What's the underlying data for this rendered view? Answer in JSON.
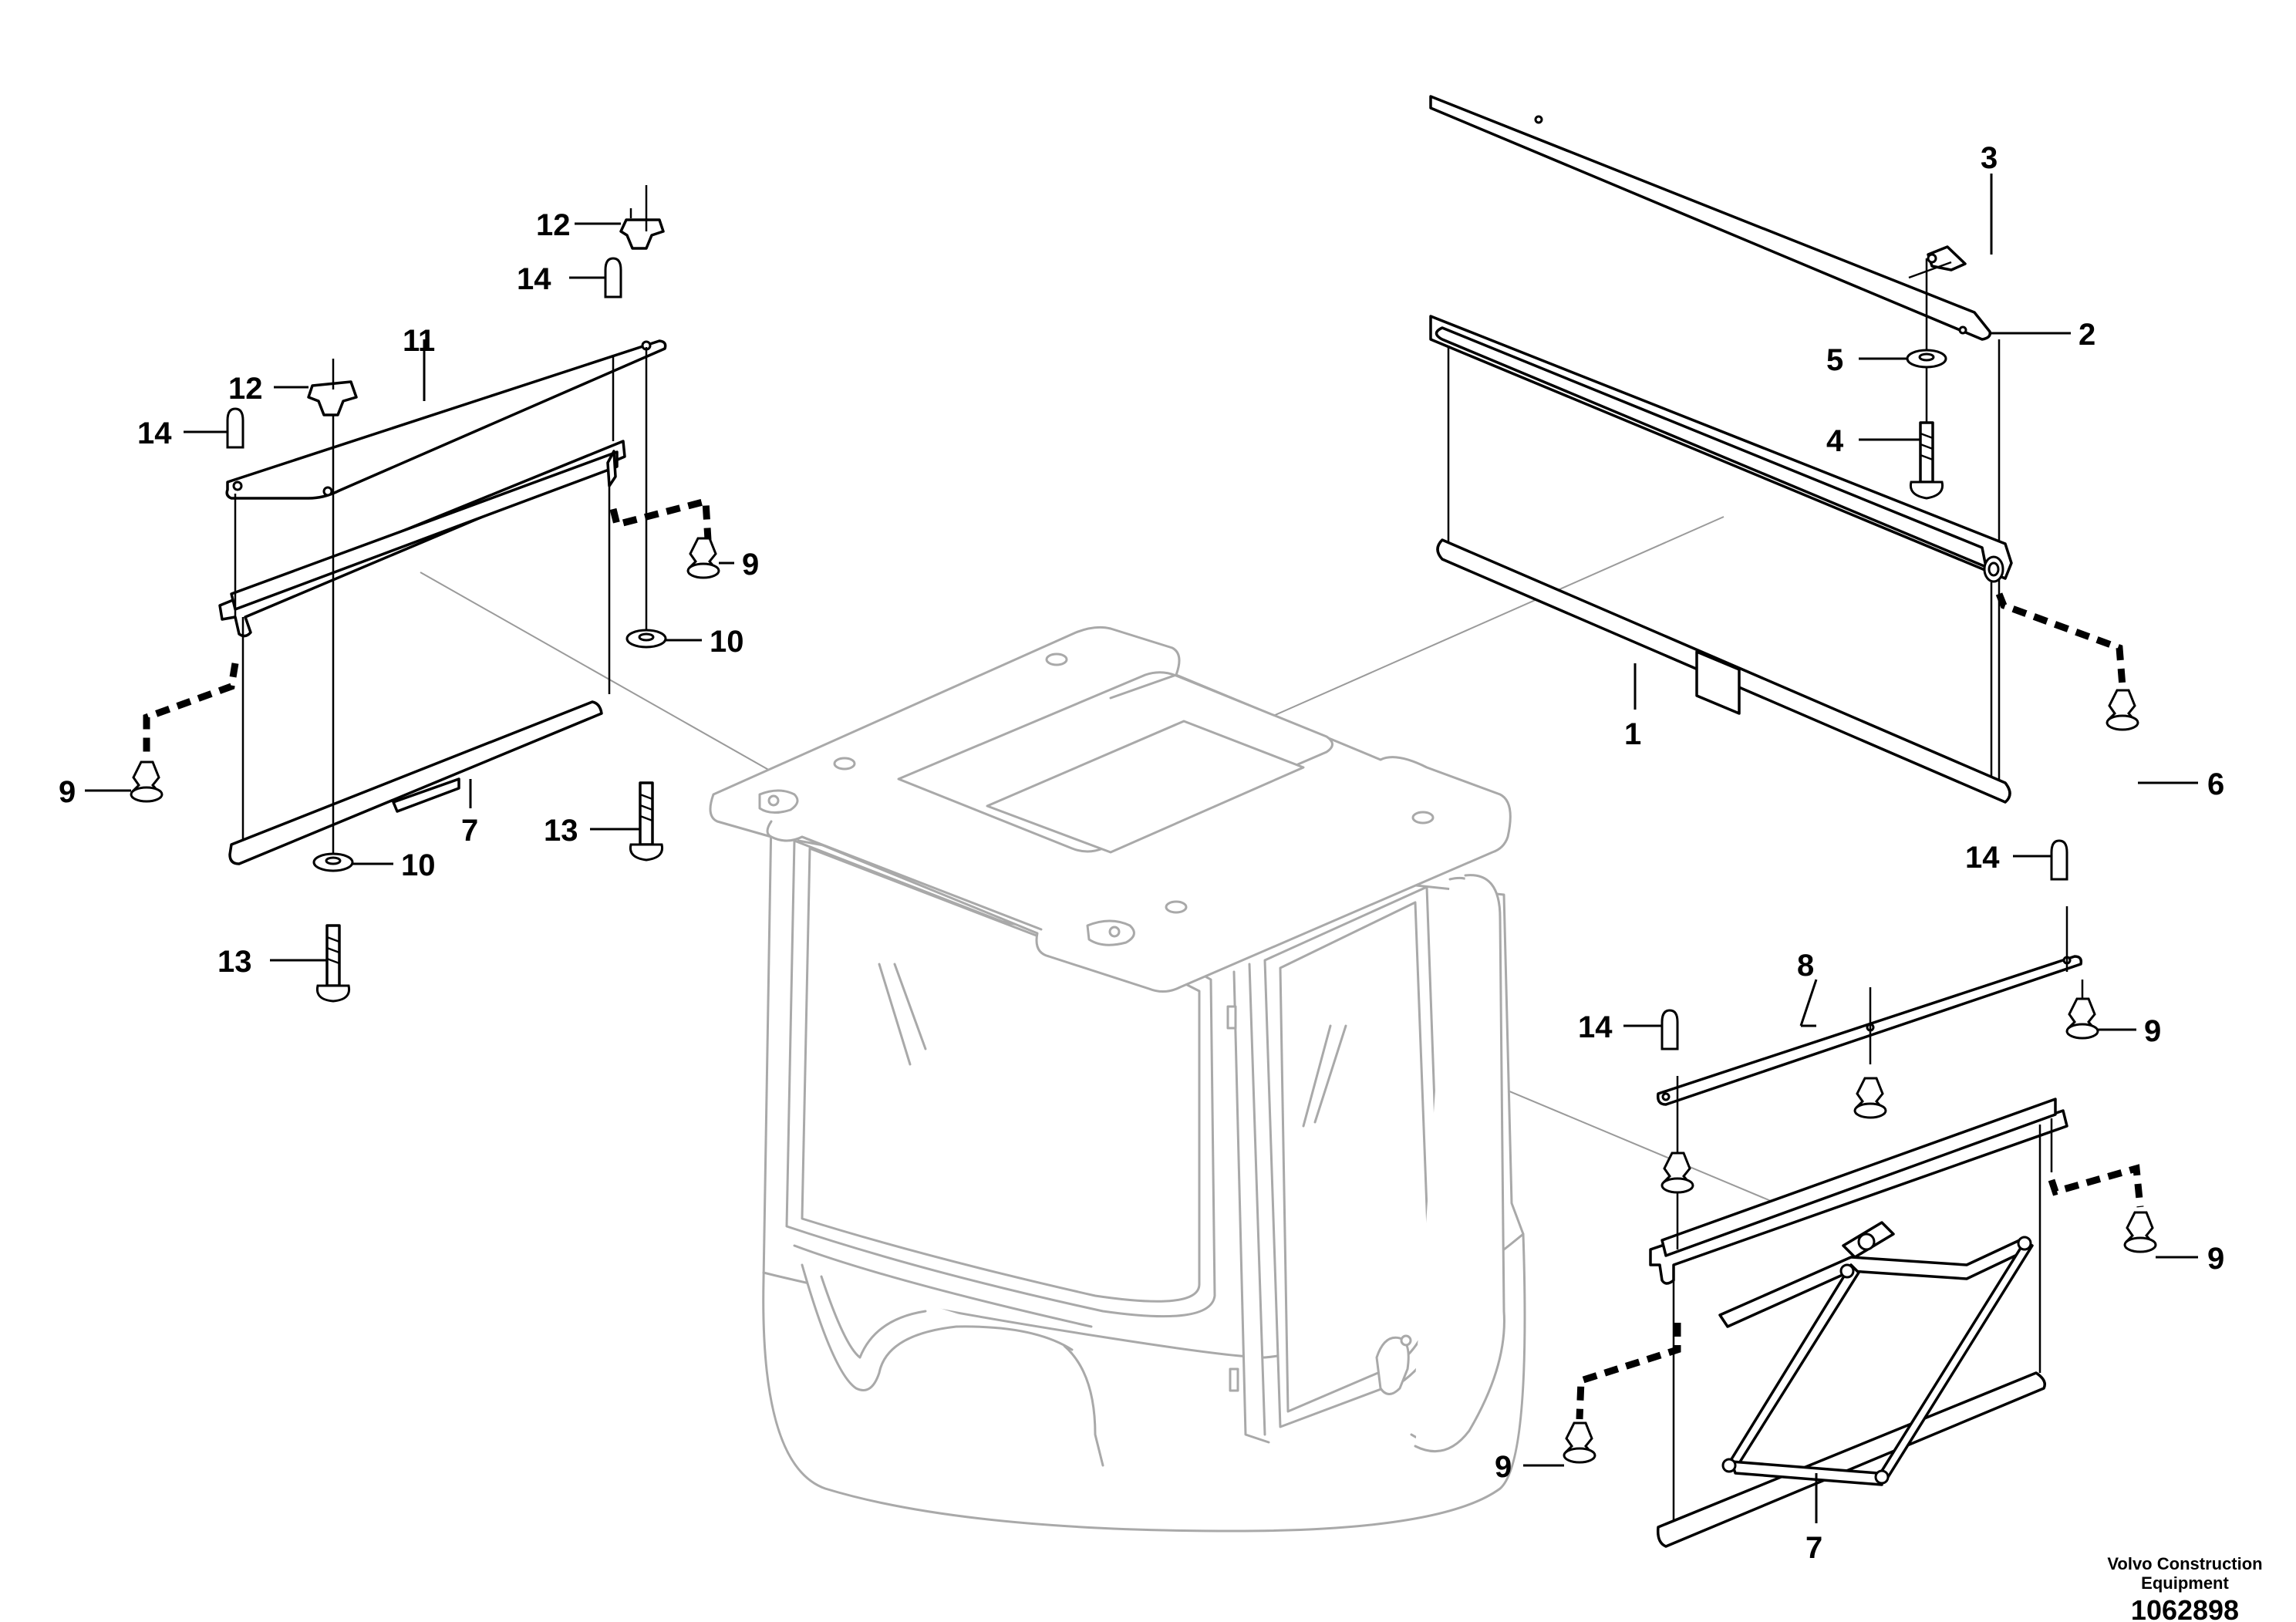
{
  "footer": {
    "company_line1": "Volvo Construction",
    "company_line2": "Equipment",
    "drawing_number": "1062898"
  },
  "callouts": [
    "1",
    "2",
    "3",
    "4",
    "5",
    "6",
    "7",
    "7",
    "8",
    "9",
    "9",
    "9",
    "9",
    "9",
    "10",
    "10",
    "11",
    "12",
    "12",
    "13",
    "13",
    "14",
    "14",
    "14",
    "14"
  ]
}
